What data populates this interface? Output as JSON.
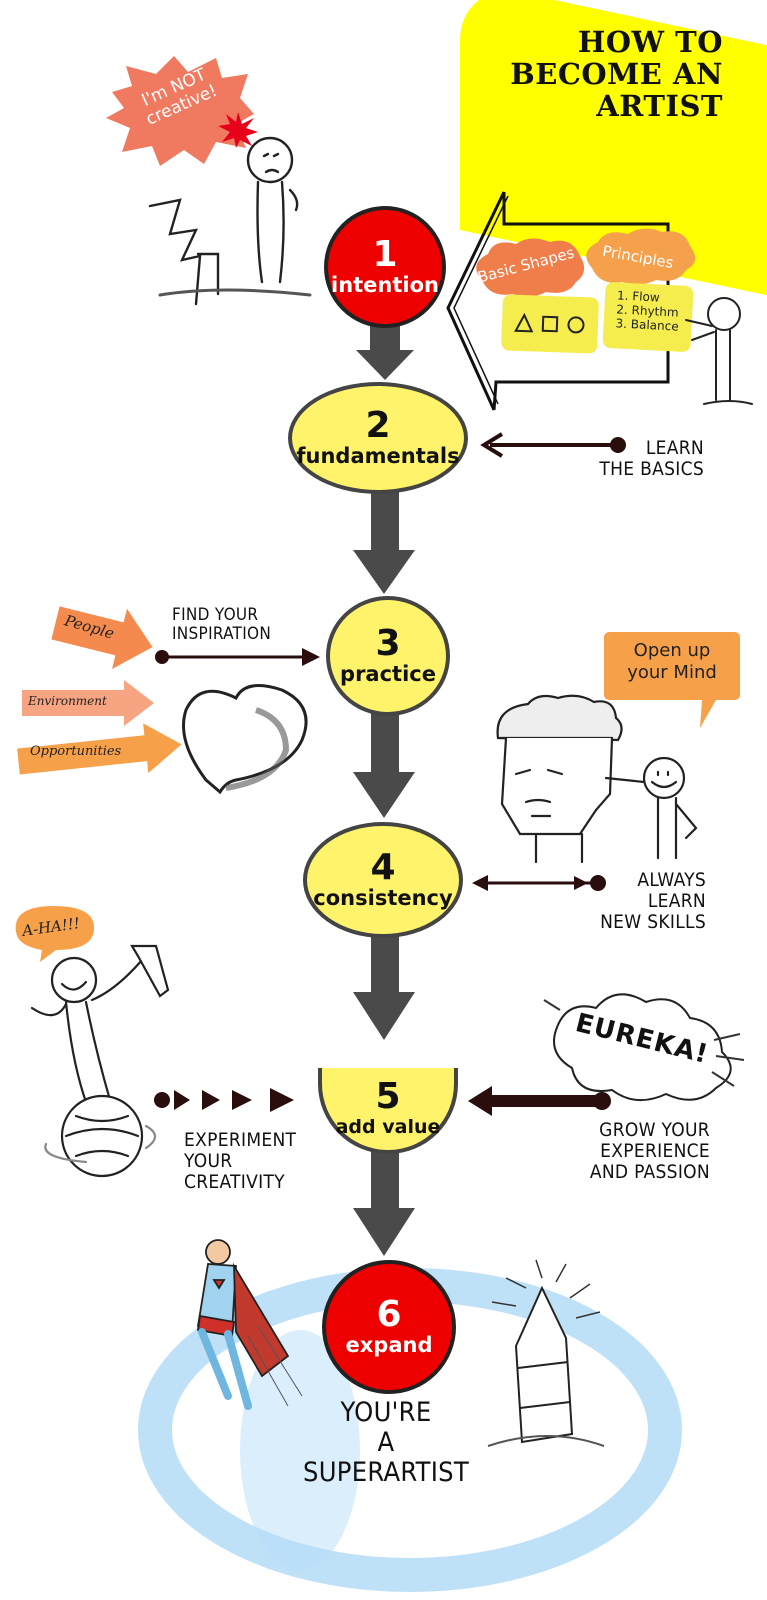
{
  "title": {
    "line1": "HOW TO",
    "line2": "BECOME AN",
    "line3": "ARTIST"
  },
  "colors": {
    "title_bg": "#ffff00",
    "red_node": "#ee0000",
    "yellow_node": "#fff36b",
    "flow_arrow": "#4a4a4a",
    "side_arrow": "#2a0e0e",
    "orange_bubble": "#f7a05a",
    "salmon_burst": "#f07a60",
    "blue_ring": "#b8def7"
  },
  "steps": [
    {
      "number": "1",
      "label": "intention"
    },
    {
      "number": "2",
      "label": "fundamentals"
    },
    {
      "number": "3",
      "label": "practice"
    },
    {
      "number": "4",
      "label": "consistency"
    },
    {
      "number": "5",
      "label": "add value"
    },
    {
      "number": "6",
      "label": "expand"
    }
  ],
  "step1": {
    "speech": {
      "line1": "I'm NOT",
      "line2": "creative!"
    }
  },
  "step2": {
    "clouds": [
      "Basic Shapes",
      "Principles"
    ],
    "shapes_icons": [
      "triangle-icon",
      "square-icon",
      "circle-icon"
    ],
    "principles": [
      "1. Flow",
      "2. Rhythm",
      "3. Balance"
    ],
    "caption": {
      "line1": "LEARN",
      "line2": "THE BASICS"
    }
  },
  "step3": {
    "caption": {
      "line1": "FIND YOUR",
      "line2": "INSPIRATION"
    },
    "sources": [
      "People",
      "Environment",
      "Opportunities"
    ]
  },
  "step4": {
    "speech": {
      "line1": "Open up",
      "line2": "your Mind"
    },
    "caption": {
      "line1": "ALWAYS",
      "line2": "LEARN",
      "line3": "NEW SKILLS"
    }
  },
  "step5": {
    "speech": "A-HA!!!",
    "left_caption": {
      "line1": "EXPERIMENT",
      "line2": "YOUR",
      "line3": "CREATIVITY"
    },
    "burst": "EUREKA!",
    "right_caption": {
      "line1": "GROW YOUR",
      "line2": "EXPERIENCE",
      "line3": "AND PASSION"
    }
  },
  "step6": {
    "caption": {
      "line1": "YOU'RE",
      "line2": "A",
      "line3": "SUPERARTIST"
    }
  }
}
